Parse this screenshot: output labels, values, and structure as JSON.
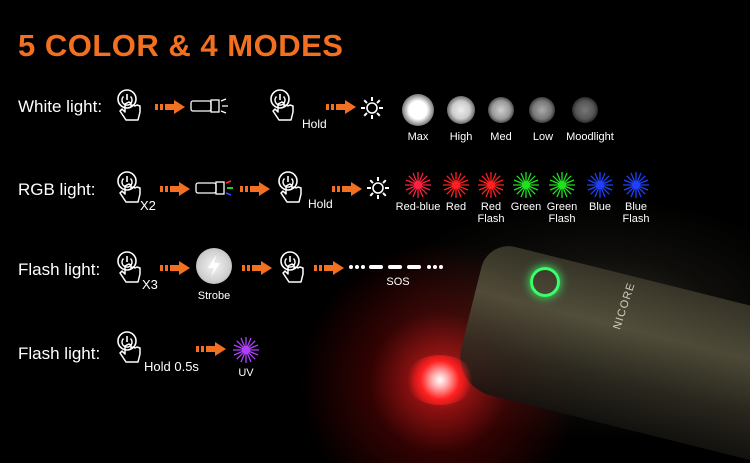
{
  "title": "5 COLOR & 4 MODES",
  "rows": {
    "white": {
      "label": "White light:",
      "hold": "Hold",
      "levels": [
        "Max",
        "High",
        "Med",
        "Low",
        "Moodlight"
      ]
    },
    "rgb": {
      "label": "RGB light:",
      "count": "X2",
      "hold": "Hold",
      "colors": [
        {
          "name": "Red-blue",
          "color": "#ff2040"
        },
        {
          "name": "Red",
          "color": "#ff2020"
        },
        {
          "name": "Red\nFlash",
          "color": "#ff2020"
        },
        {
          "name": "Green",
          "color": "#20e020"
        },
        {
          "name": "Green\nFlash",
          "color": "#20e020"
        },
        {
          "name": "Blue",
          "color": "#2040ff"
        },
        {
          "name": "Blue\nFlash",
          "color": "#2040ff"
        }
      ]
    },
    "flash": {
      "label": "Flash light:",
      "count": "X3",
      "strobe": "Strobe",
      "sos": "SOS"
    },
    "uv": {
      "label": "Flash light:",
      "hold": "Hold 0.5s",
      "uv": "UV",
      "uv_color": "#b040ff"
    }
  },
  "product_brand": "NICORE",
  "accent_color": "#f37021"
}
